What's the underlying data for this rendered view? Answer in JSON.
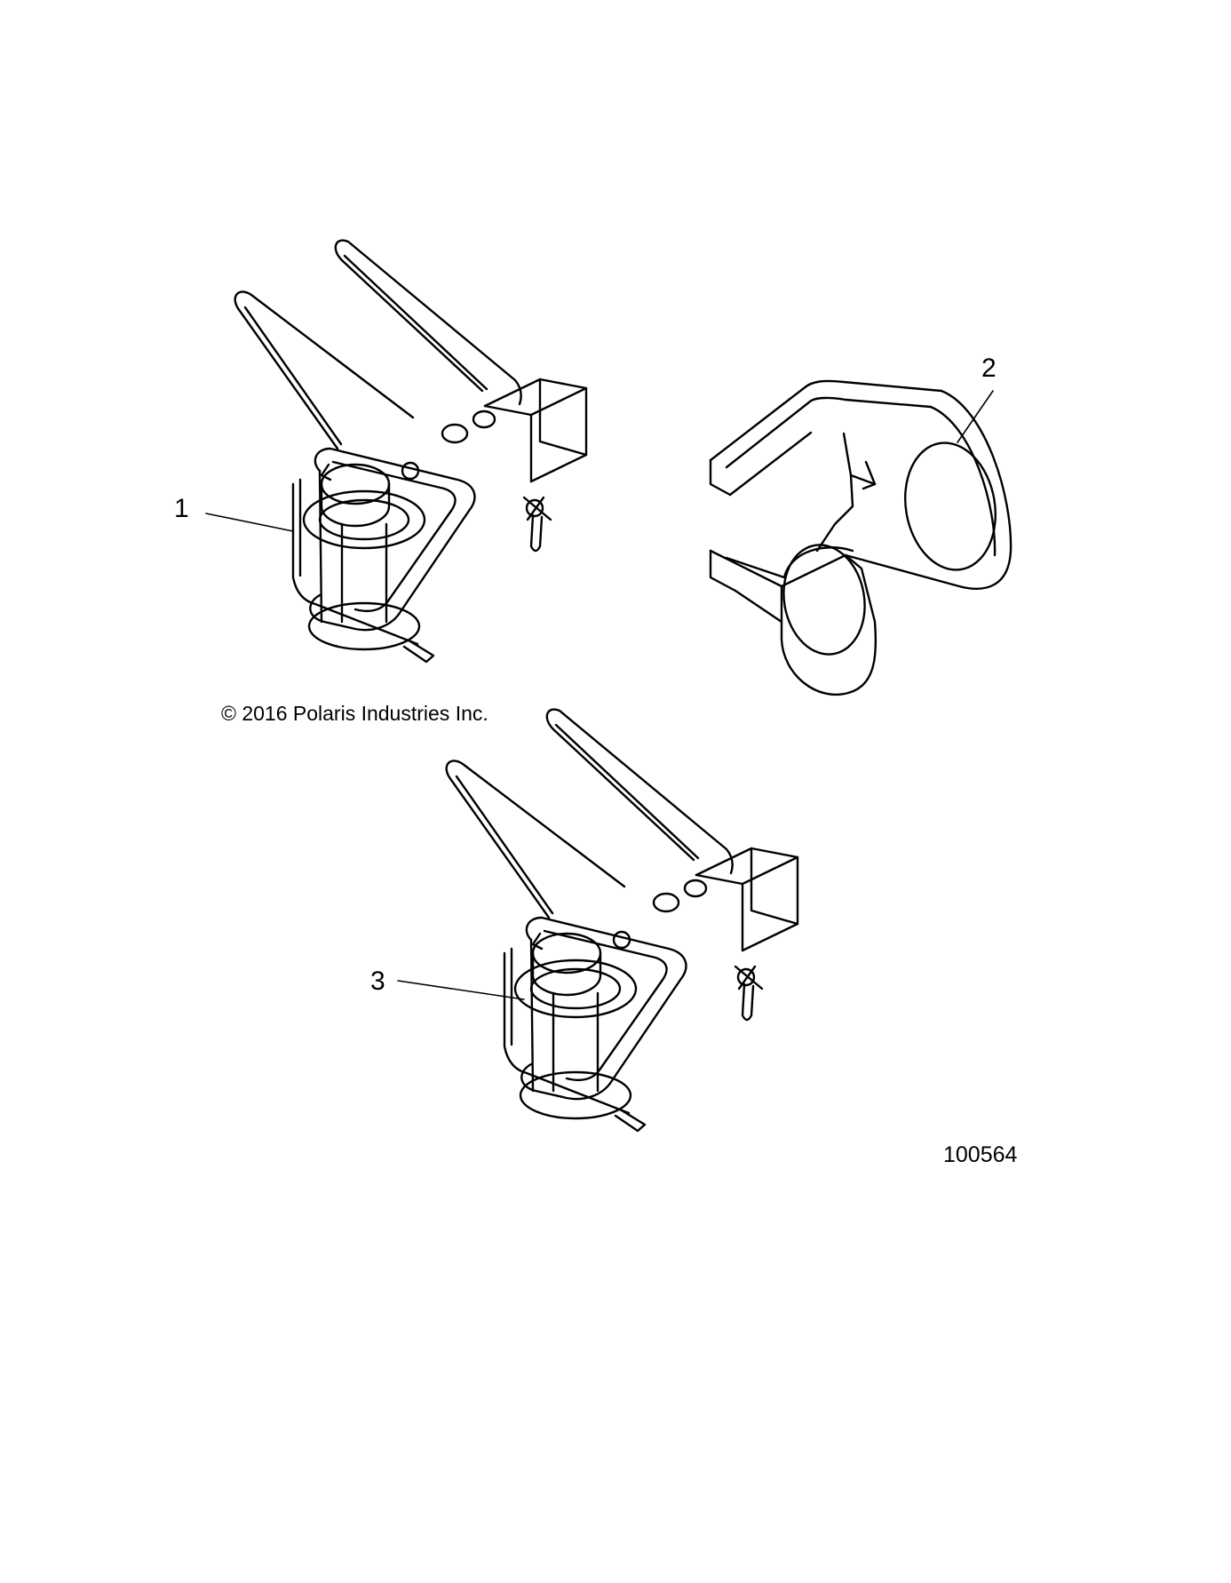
{
  "callouts": [
    {
      "number": "1"
    },
    {
      "number": "2"
    },
    {
      "number": "3"
    }
  ],
  "copyright": "© 2016 Polaris Industries Inc.",
  "figure_number": "100564",
  "icons": [
    "hitch-pin-clevis-assembly",
    "hitch-bracket",
    "hitch-pin-clevis-assembly"
  ],
  "colors": {
    "line": "#000000",
    "background": "#ffffff"
  }
}
